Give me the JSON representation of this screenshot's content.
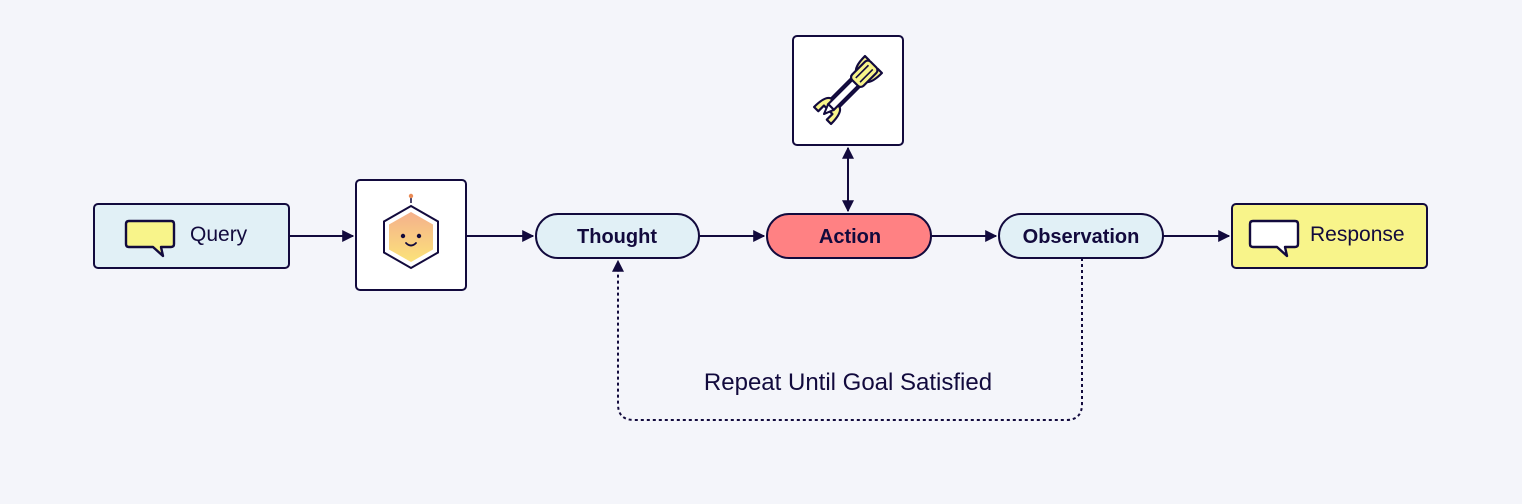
{
  "nodes": {
    "query": {
      "label": "Query",
      "icon": "speech-bubble-icon"
    },
    "agent": {
      "icon": "robot-hexagon-icon"
    },
    "thought": {
      "label": "Thought"
    },
    "action": {
      "label": "Action"
    },
    "tools": {
      "icon": "wrench-screwdriver-icon"
    },
    "observation": {
      "label": "Observation"
    },
    "response": {
      "label": "Response",
      "icon": "speech-bubble-icon"
    }
  },
  "loop": {
    "label": "Repeat Until Goal Satisfied"
  },
  "colors": {
    "background": "#f4f5fa",
    "stroke": "#120a3d",
    "query_fill": "#e1f0f6",
    "pill_fill": "#e1f0f6",
    "action_fill": "#ff8183",
    "response_fill": "#f8f48a",
    "bubble_fill": "#f8f48a",
    "white_fill": "#ffffff"
  }
}
